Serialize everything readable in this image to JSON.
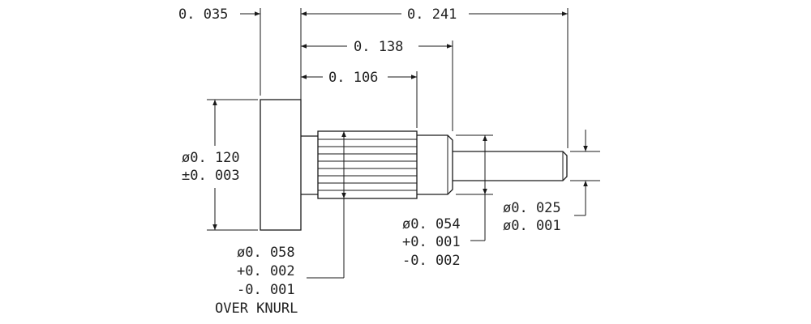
{
  "drawing": {
    "dimensions": {
      "flange_thickness": "0. 035",
      "overall_length": "0. 241",
      "length_to_shoulder": "0. 138",
      "knurl_length": "0. 106"
    },
    "flange_diameter": {
      "value": "ø0. 120",
      "tolerance": "±0. 003"
    },
    "knurl_diameter": {
      "value": "ø0. 058",
      "tol_plus": "+0. 002",
      "tol_minus": "-0. 001",
      "note": "OVER KNURL"
    },
    "body_diameter": {
      "value": "ø0. 054",
      "tol_plus": "+0. 001",
      "tol_minus": "-0. 002"
    },
    "pin_diameter": {
      "value": "ø0. 025",
      "tolerance": "ø0. 001"
    }
  }
}
